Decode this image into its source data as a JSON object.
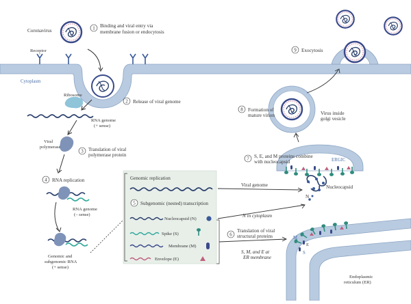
{
  "labels": {
    "coronavirus": "Coronavirus",
    "receptor": "Receptor",
    "cytoplasm": "Cytoplasm",
    "ribosome": "Ribosome",
    "viral_polymerase_1": "Viral",
    "viral_polymerase_2": "polymerase",
    "rna_genome_plus_1": "RNA genome",
    "rna_genome_plus_2": "(+ sense)",
    "rna_replication": "RNA replication",
    "rna_genome_minus_1": "RNA genome",
    "rna_genome_minus_2": "(– sense)",
    "gen_sub_1": "Genomic and",
    "gen_sub_2": "subgenomic RNA",
    "gen_sub_3": "(+ sense)",
    "ergic": "ERGIC",
    "nucleocapsid": "Nucleocapsid",
    "n_letter": "N",
    "viral_genome": "Viral genome",
    "n_in_cytoplasm": "N in cytoplasm",
    "sme_er_1": "S, M, and E at",
    "sme_er_2": "ER membrane",
    "er_1": "Endoplasmic",
    "er_2": "reticulum (ER)",
    "m_letter": "M",
    "e_letter": "E",
    "s_letter": "S",
    "virus_golgi_1": "Virus inside",
    "virus_golgi_2": "golgi vesicle"
  },
  "steps": [
    {
      "num": "1",
      "lines": [
        "Binding and viral entry via",
        "membrane fusion or endocytosis"
      ]
    },
    {
      "num": "2",
      "lines": [
        "Release of viral genome"
      ]
    },
    {
      "num": "3",
      "lines": [
        "Translation of viral",
        "polymerase protein"
      ]
    },
    {
      "num": "4",
      "lines": [
        "RNA replication"
      ]
    },
    {
      "num": "5",
      "lines": [
        "Subgenomic (nested) transcription"
      ]
    },
    {
      "num": "6",
      "lines": [
        "Translation of viral",
        "structural proteins"
      ]
    },
    {
      "num": "7",
      "lines": [
        "S, E, and M proteins combine",
        "with nucleocapsid"
      ]
    },
    {
      "num": "8",
      "lines": [
        "Formation of",
        "mature virion"
      ]
    },
    {
      "num": "9",
      "lines": [
        "Exocytosis"
      ]
    }
  ],
  "panel": {
    "title": "Genomic replication",
    "items": [
      {
        "label": "Nucleocapsid (N)",
        "color": "#3a5a9a"
      },
      {
        "label": "Spike (S)",
        "color": "#2f8c7e"
      },
      {
        "label": "Membrane (M)",
        "color": "#3a4a8a"
      },
      {
        "label": "Envelope (E)",
        "color": "#c06080"
      }
    ]
  },
  "colors": {
    "membrane": "#b9cbe0",
    "membrane_edge": "#8aa4c4",
    "spike": "#2f8c7e",
    "envelope": "#c06080",
    "rna_dark": "#2a3f6b",
    "rna_teal": "#2fa89a",
    "panel_bg": "#e8efe9",
    "polymerase": "#7f93b8"
  }
}
